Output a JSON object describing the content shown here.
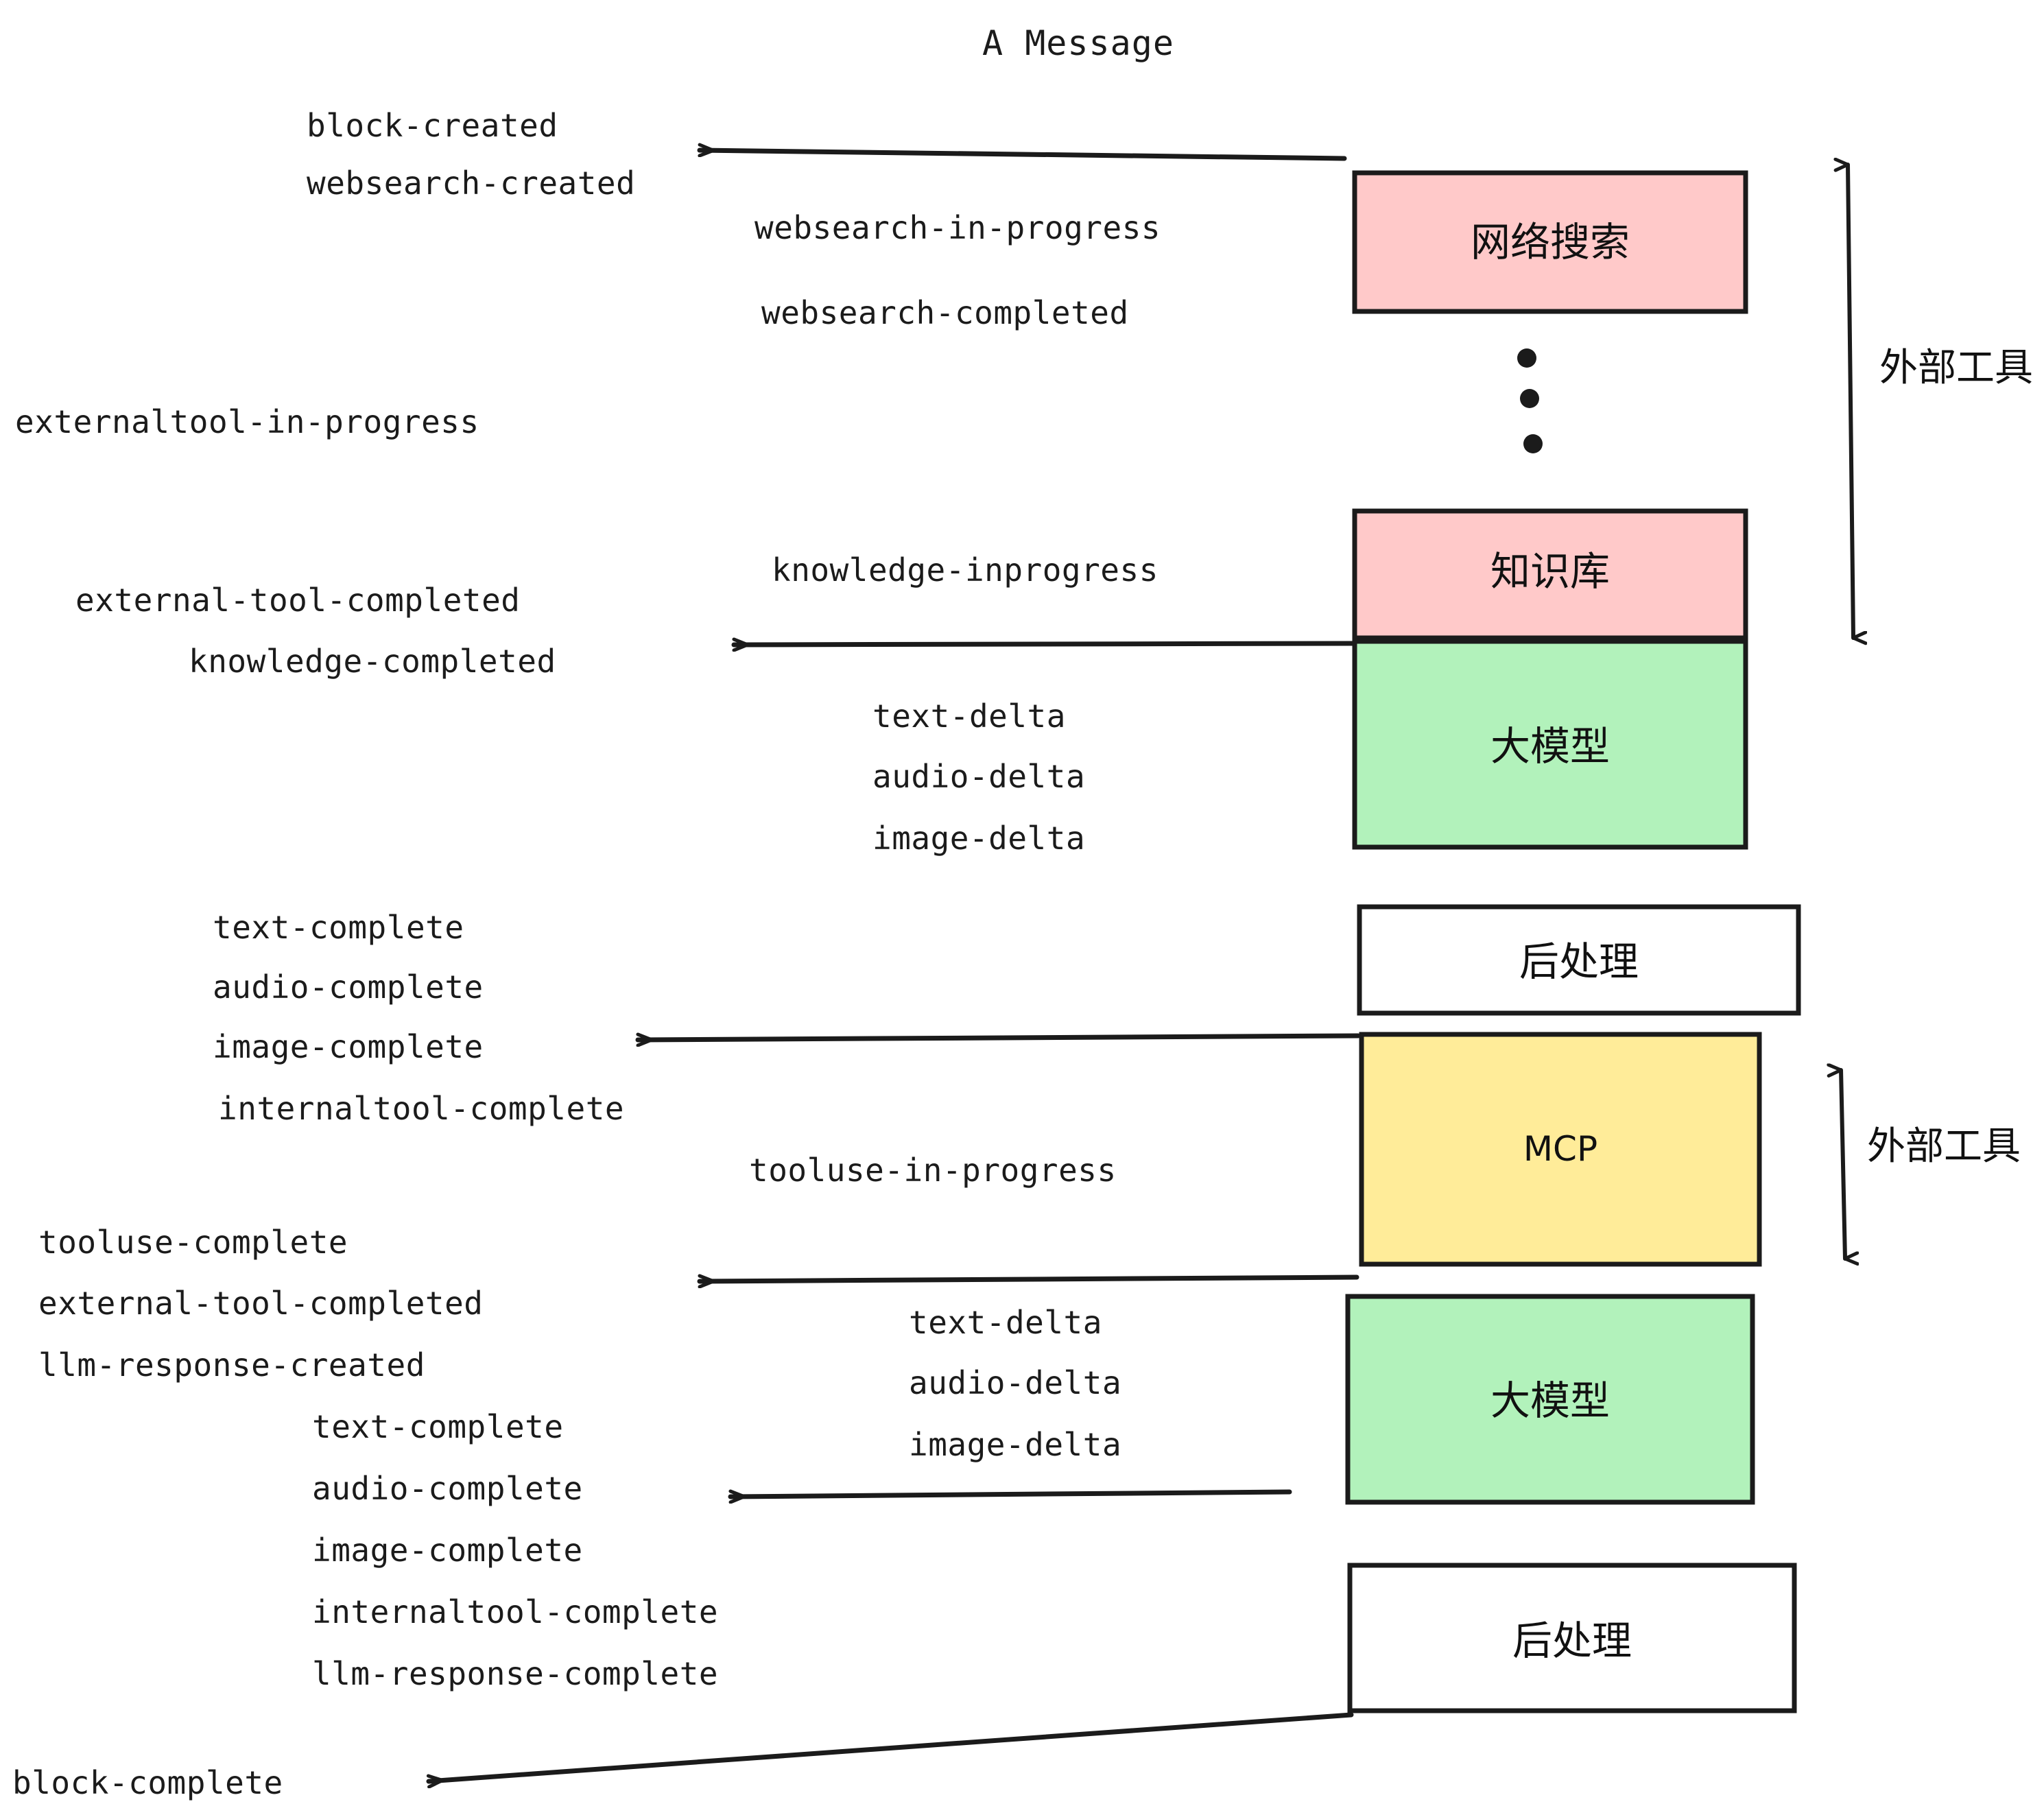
{
  "diagram": {
    "title": "A Message",
    "colors": {
      "pink": "#FFC9C9",
      "green": "#B2F2BB",
      "yellow": "#FFEC99",
      "white": "#FFFFFF",
      "stroke": "#1B1B1B",
      "background": "#FFFFFF"
    },
    "nodes": [
      {
        "id": "websearch",
        "label": "网络搜索",
        "fill": "pink",
        "script": "cjk"
      },
      {
        "id": "knowledge",
        "label": "知识库",
        "fill": "pink",
        "script": "cjk"
      },
      {
        "id": "llm-top",
        "label": "大模型",
        "fill": "green",
        "script": "cjk"
      },
      {
        "id": "postprocess-top",
        "label": "后处理",
        "fill": "white",
        "script": "cjk"
      },
      {
        "id": "mcp",
        "label": "MCP",
        "fill": "yellow",
        "script": "latin"
      },
      {
        "id": "llm-bottom",
        "label": "大模型",
        "fill": "green",
        "script": "cjk"
      },
      {
        "id": "postprocess-bottom",
        "label": "后处理",
        "fill": "white",
        "script": "cjk"
      }
    ],
    "side_labels": [
      {
        "id": "external-tools-top",
        "label": "外部工具"
      },
      {
        "id": "external-tools-bottom",
        "label": "外部工具"
      }
    ],
    "events": [
      {
        "id": "e01",
        "text": "block-created"
      },
      {
        "id": "e02",
        "text": "websearch-created"
      },
      {
        "id": "e03",
        "text": "websearch-in-progress"
      },
      {
        "id": "e04",
        "text": "websearch-completed"
      },
      {
        "id": "e05",
        "text": "externaltool-in-progress"
      },
      {
        "id": "e06",
        "text": "knowledge-inprogress"
      },
      {
        "id": "e07",
        "text": "external-tool-completed"
      },
      {
        "id": "e08",
        "text": "knowledge-completed"
      },
      {
        "id": "e09",
        "text": "text-delta"
      },
      {
        "id": "e10",
        "text": "audio-delta"
      },
      {
        "id": "e11",
        "text": "image-delta"
      },
      {
        "id": "e12",
        "text": "text-complete"
      },
      {
        "id": "e13",
        "text": "audio-complete"
      },
      {
        "id": "e14",
        "text": "image-complete"
      },
      {
        "id": "e15",
        "text": "internaltool-complete"
      },
      {
        "id": "e16",
        "text": "tooluse-in-progress"
      },
      {
        "id": "e17",
        "text": "tooluse-complete"
      },
      {
        "id": "e18",
        "text": "external-tool-completed"
      },
      {
        "id": "e19",
        "text": "llm-response-created"
      },
      {
        "id": "e20",
        "text": "text-delta"
      },
      {
        "id": "e21",
        "text": "audio-delta"
      },
      {
        "id": "e22",
        "text": "image-delta"
      },
      {
        "id": "e23",
        "text": "text-complete"
      },
      {
        "id": "e24",
        "text": "audio-complete"
      },
      {
        "id": "e25",
        "text": "image-complete"
      },
      {
        "id": "e26",
        "text": "internaltool-complete"
      },
      {
        "id": "e27",
        "text": "llm-response-complete"
      },
      {
        "id": "e28",
        "text": "block-complete"
      }
    ]
  }
}
